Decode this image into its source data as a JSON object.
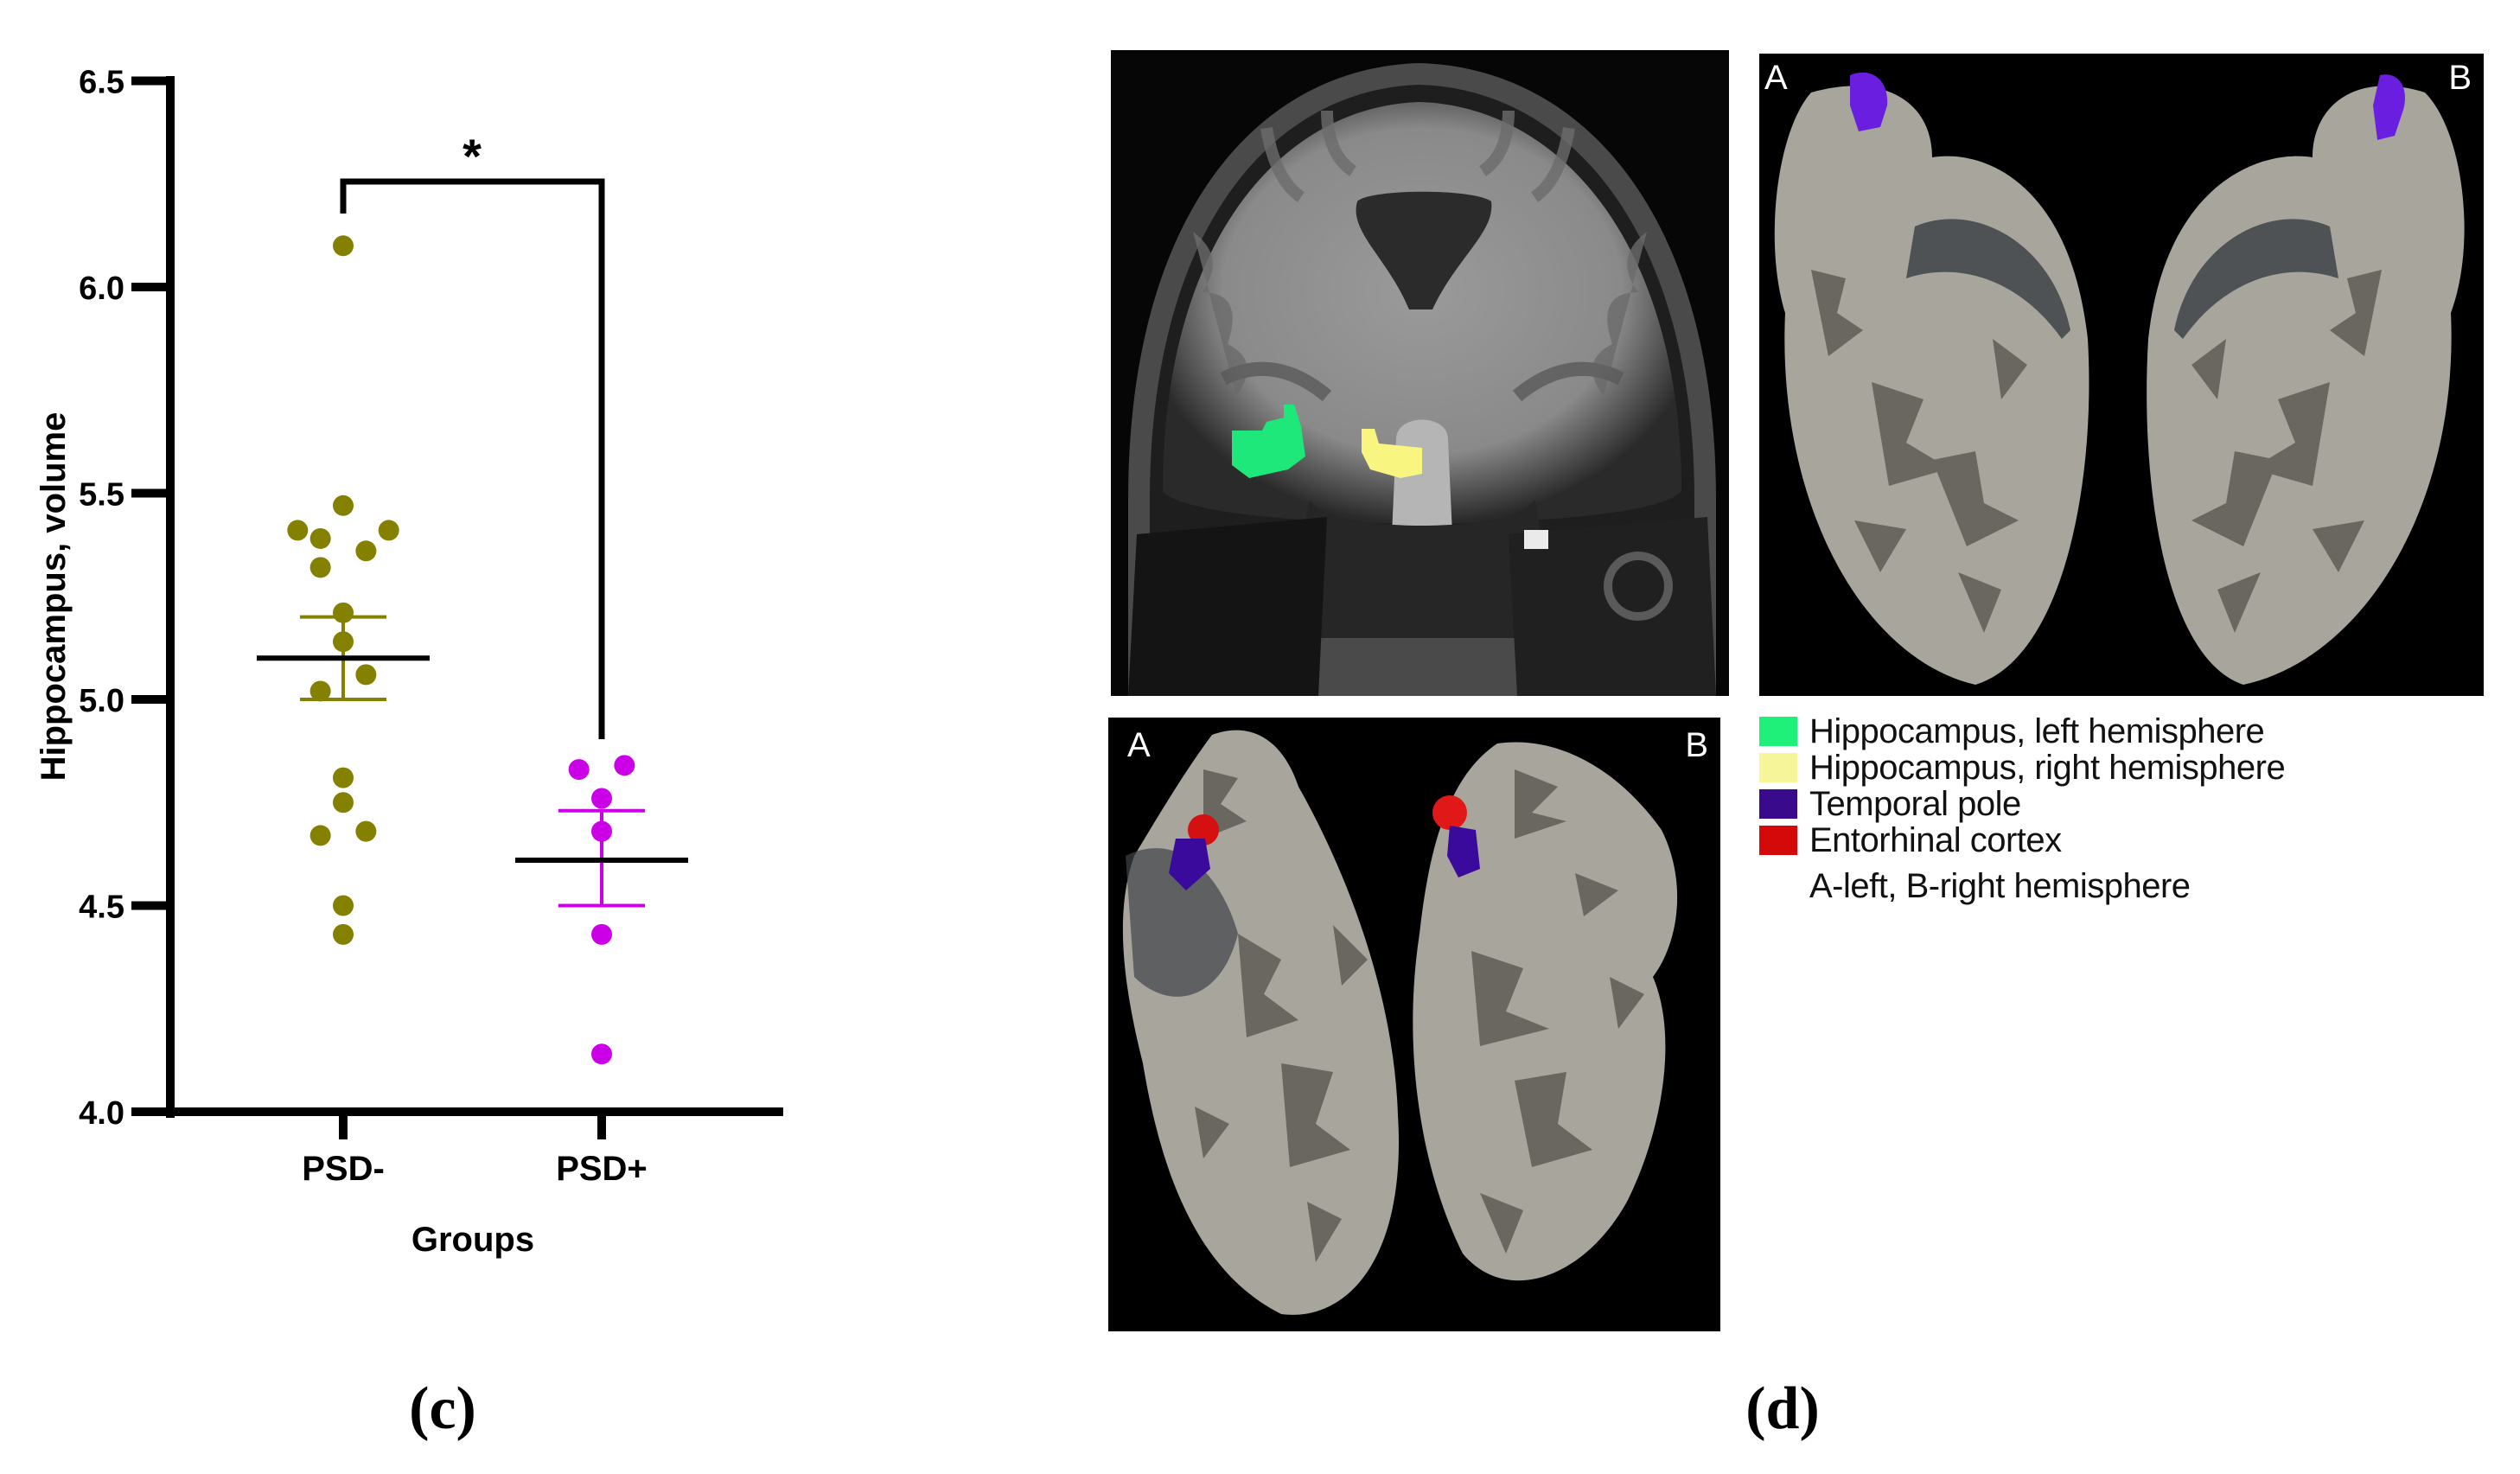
{
  "panel_c": {
    "label": "(c)",
    "significance": "*",
    "y_axis_title": "Hippocampus, volume",
    "x_axis_title": "Groups",
    "y_ticks": [
      "4.0",
      "4.5",
      "5.0",
      "5.5",
      "6.0",
      "6.5"
    ],
    "x_ticks": [
      "PSD-",
      "PSD+"
    ]
  },
  "panel_d": {
    "label": "(d)",
    "coronal_mri": {
      "description": "Coronal T1 MRI with hippocampus segmentation"
    },
    "surface_top": {
      "left_letter": "A",
      "right_letter": "B"
    },
    "surface_bottom": {
      "left_letter": "A",
      "right_letter": "B"
    },
    "legend": [
      {
        "label": "Hippocampus, left hemisphere",
        "color": "#1EF07A"
      },
      {
        "label": "Hippocampus, right hemisphere",
        "color": "#F7F59A"
      },
      {
        "label": "Temporal pole",
        "color": "#3A0A8C"
      },
      {
        "label": "Entorhinal cortex",
        "color": "#D40A0A"
      }
    ],
    "legend_note": "A-left, B-right hemisphere"
  },
  "chart_data": {
    "type": "scatter",
    "title": "",
    "xlabel": "Groups",
    "ylabel": "Hippocampus, volume",
    "ylim": [
      4.0,
      6.5
    ],
    "yticks": [
      4.0,
      4.5,
      5.0,
      5.5,
      6.0,
      6.5
    ],
    "categories": [
      "PSD-",
      "PSD+"
    ],
    "grid": false,
    "legend": "none",
    "series": [
      {
        "name": "PSD-",
        "color": "#848000",
        "values": [
          6.1,
          5.47,
          5.41,
          5.41,
          5.39,
          5.36,
          5.32,
          5.21,
          5.14,
          5.06,
          5.02,
          4.81,
          4.75,
          4.68,
          4.67,
          4.5,
          4.43
        ],
        "jitter": [
          0,
          0,
          -0.5,
          0.5,
          -0.25,
          0.25,
          -0.25,
          0,
          0,
          0.25,
          -0.25,
          0,
          0,
          0.25,
          -0.25,
          0,
          0
        ],
        "mean": 5.1,
        "sem_upper": 5.2,
        "sem_lower": 5.0
      },
      {
        "name": "PSD+",
        "color": "#CC00E6",
        "values": [
          4.84,
          4.83,
          4.76,
          4.68,
          4.43,
          4.14
        ],
        "jitter": [
          0.25,
          -0.25,
          0,
          0,
          0,
          0
        ],
        "mean": 4.61,
        "sem_upper": 4.73,
        "sem_lower": 4.5
      }
    ],
    "annotations": [
      {
        "type": "significance_bracket",
        "between": [
          "PSD-",
          "PSD+"
        ],
        "text": "*"
      }
    ]
  }
}
